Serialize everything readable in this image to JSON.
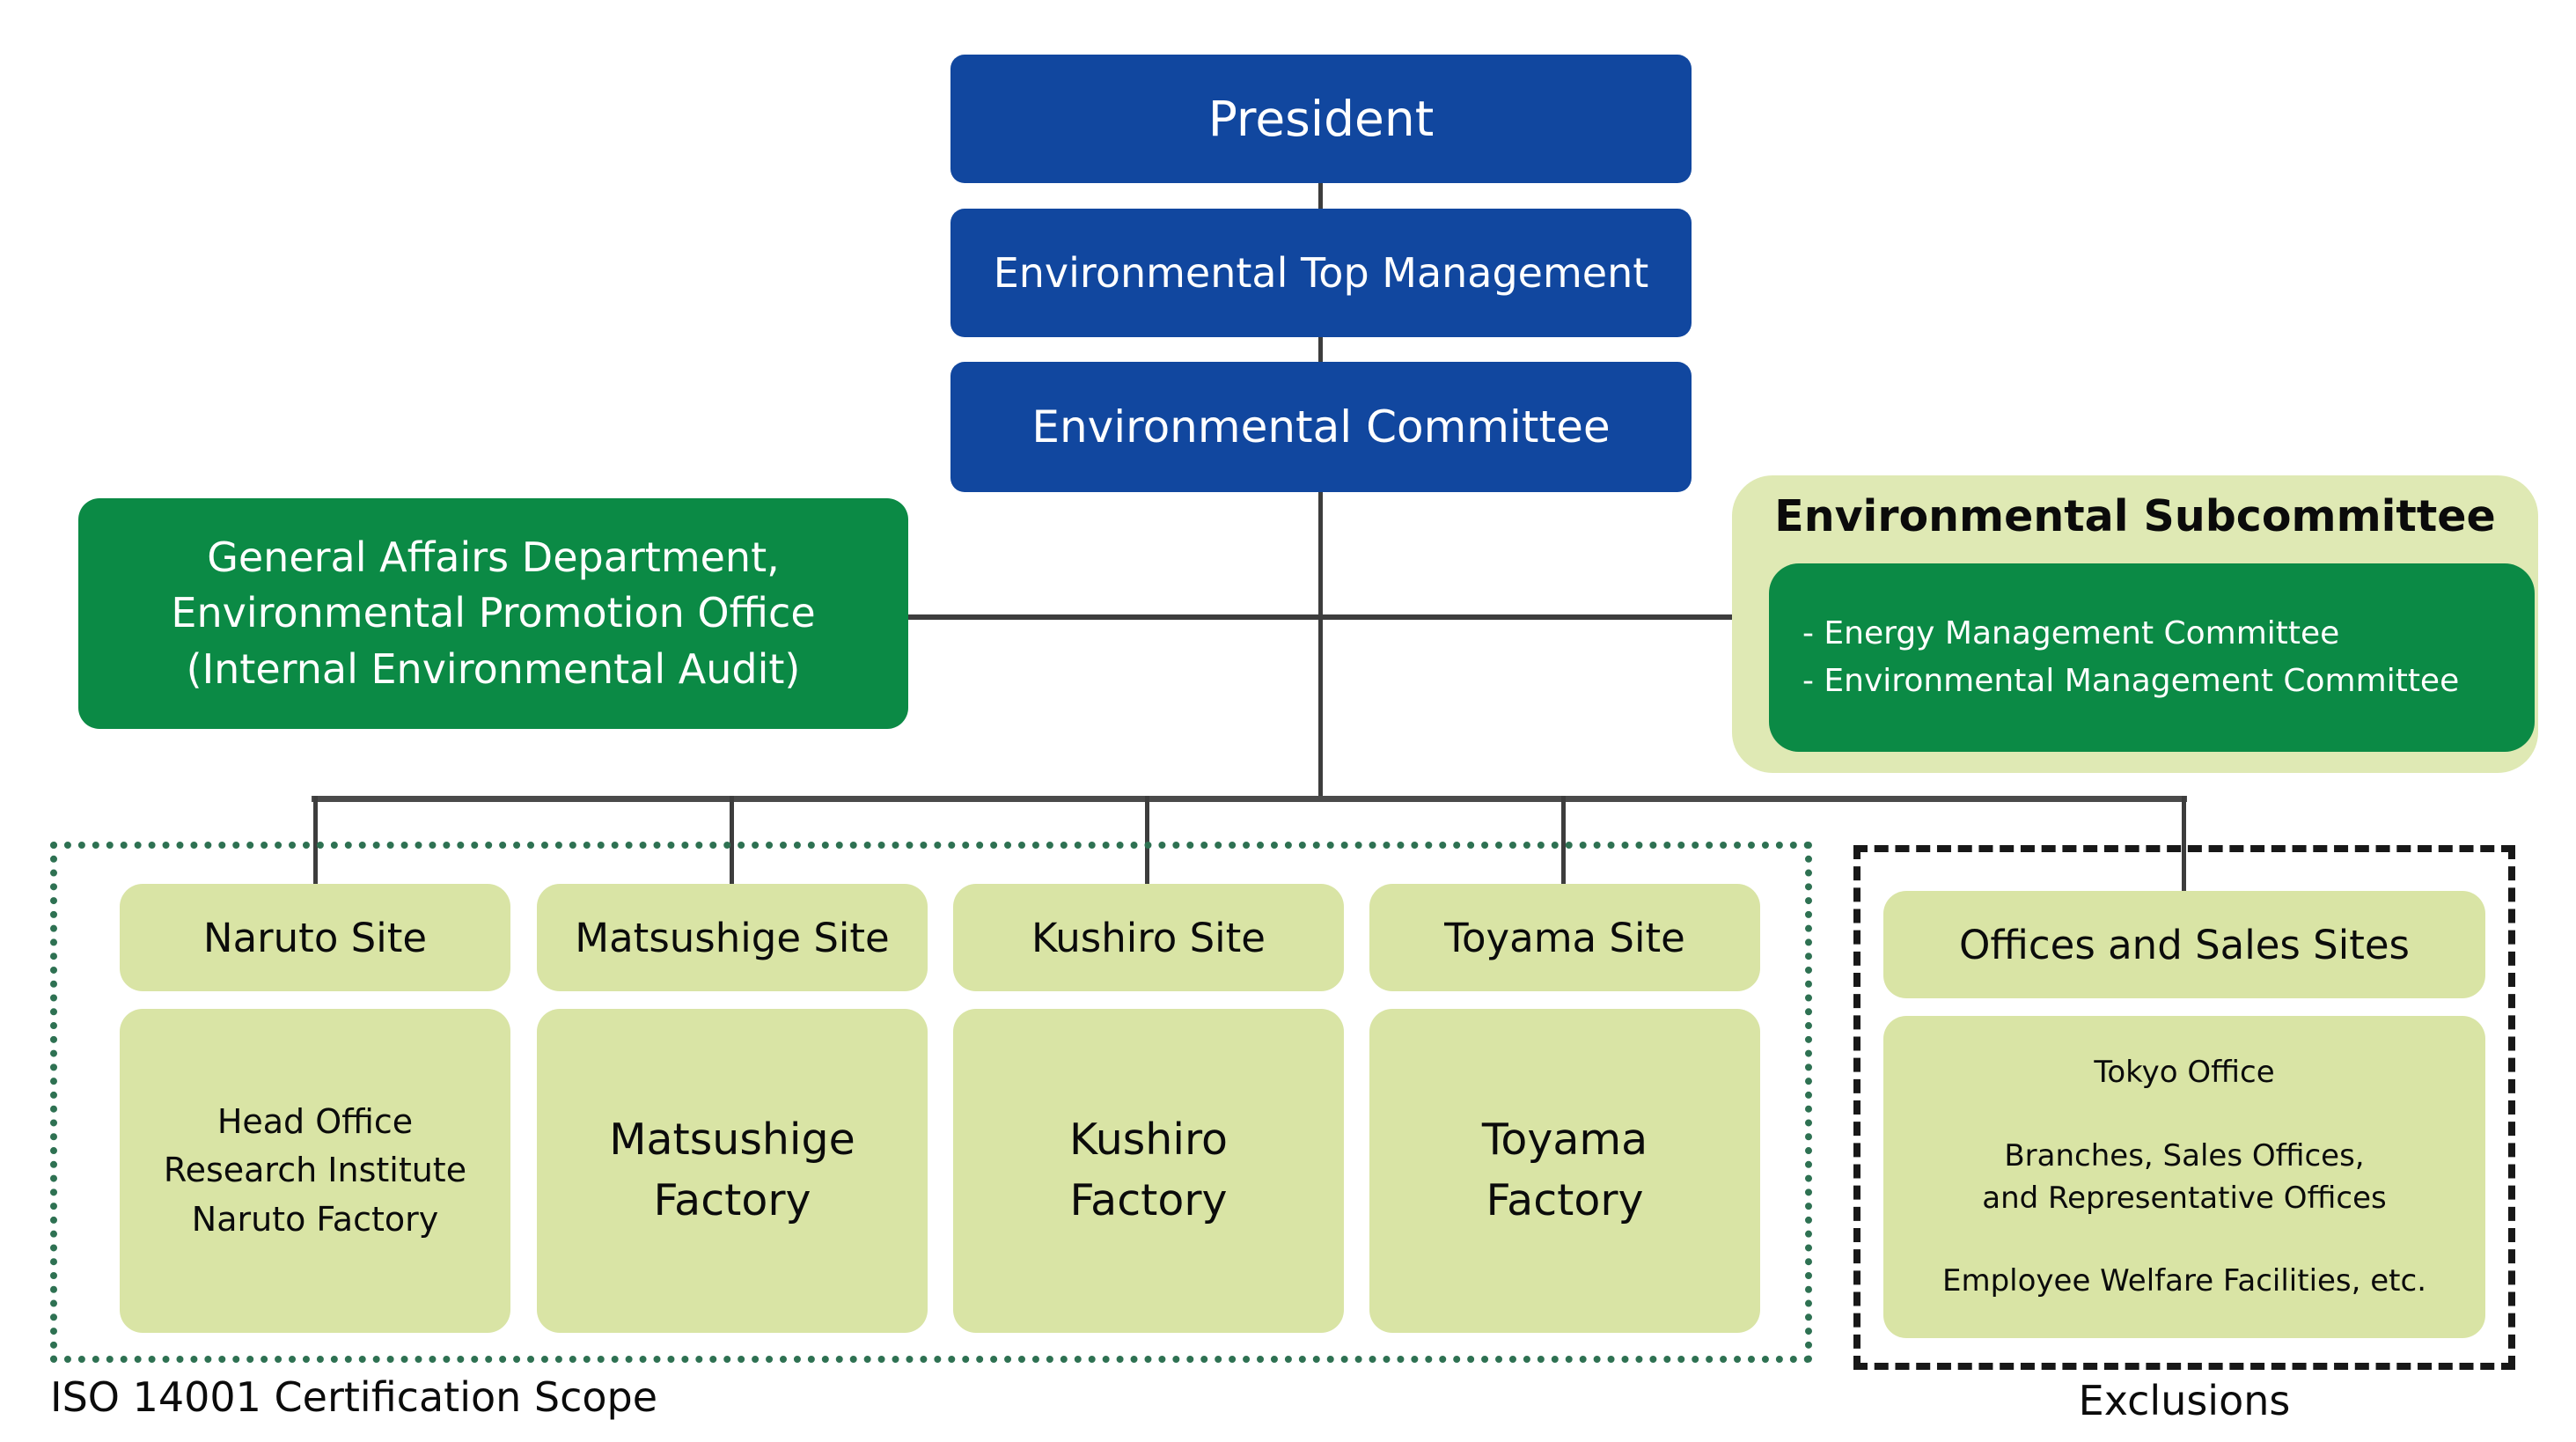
{
  "chain": {
    "president": "President",
    "top_management": "Environmental Top Management",
    "committee": "Environmental Committee"
  },
  "general_affairs": {
    "lines": [
      "General Affairs Department,",
      "Environmental Promotion Office",
      "(Internal Environmental Audit)"
    ]
  },
  "subcommittee": {
    "title": "Environmental Subcommittee",
    "items": [
      "- Energy Management Committee",
      "- Environmental Management Committee"
    ]
  },
  "scope": {
    "label": "ISO 14001 Certification Scope",
    "sites": [
      {
        "name": "Naruto Site",
        "lines": [
          "Head Office",
          "Research Institute",
          "Naruto Factory"
        ]
      },
      {
        "name": "Matsushige Site",
        "lines": [
          "Matsushige",
          "Factory"
        ]
      },
      {
        "name": "Kushiro Site",
        "lines": [
          "Kushiro",
          "Factory"
        ]
      },
      {
        "name": "Toyama Site",
        "lines": [
          "Toyama",
          "Factory"
        ]
      }
    ]
  },
  "exclusions": {
    "label": "Exclusions",
    "site": {
      "name": "Offices and Sales Sites",
      "paragraphs": [
        [
          "Tokyo Office"
        ],
        [
          "Branches, Sales Offices,",
          "and Representative Offices"
        ],
        [
          "Employee Welfare Facilities, etc."
        ]
      ]
    }
  },
  "colors": {
    "blue": "#11479f",
    "dark_green": "#0b8a45",
    "light_green": "#d9e4a5",
    "subcommittee_bg": "#dfe9b4",
    "connector": "#3d3d3d",
    "dotted_border": "#2e7152",
    "dashed_border": "#181818"
  }
}
